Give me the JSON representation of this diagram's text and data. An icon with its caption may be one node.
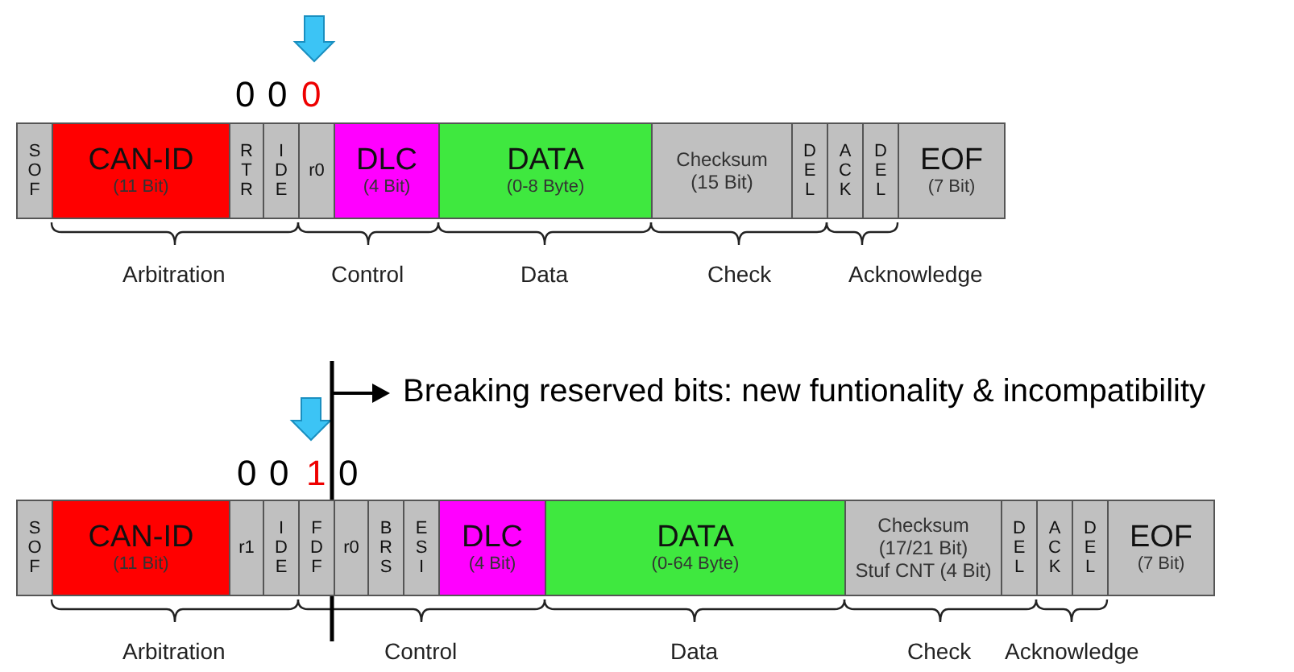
{
  "diagram": {
    "nodes": [
      {
        "text": [
          "SOF"
        ]
      },
      {
        "text": [
          "CAN-ID",
          "(11 Bit)"
        ]
      },
      {
        "text": [
          "RTR"
        ]
      },
      {
        "text": [
          "IDE"
        ]
      },
      {
        "text": [
          "r0"
        ]
      },
      {
        "text": [
          "DLC",
          "(4 Bit)"
        ]
      },
      {
        "text": [
          "DATA",
          "(0-8 Byte)"
        ]
      },
      {
        "text": [
          "Checksum",
          "(15 Bit)"
        ]
      },
      {
        "text": [
          "DEL"
        ]
      },
      {
        "text": [
          "ACK"
        ]
      },
      {
        "text": [
          "DEL"
        ]
      },
      {
        "text": [
          "EOF",
          "(7 Bit)"
        ]
      },
      {
        "text": [
          "SOF"
        ]
      },
      {
        "text": [
          "CAN-ID",
          "(11 Bit)"
        ]
      },
      {
        "text": [
          "r1"
        ]
      },
      {
        "text": [
          "IDE"
        ]
      },
      {
        "text": [
          "FDF"
        ]
      },
      {
        "text": [
          "r0"
        ]
      },
      {
        "text": [
          "BRS"
        ]
      },
      {
        "text": [
          "ESI"
        ]
      },
      {
        "text": [
          "DLC",
          "(4 Bit)"
        ]
      },
      {
        "text": [
          "DATA",
          "(0-64 Byte)"
        ]
      },
      {
        "text": [
          "Checksum",
          "(17/21 Bit)",
          "Stuf CNT (4 Bit)"
        ]
      },
      {
        "text": [
          "DEL"
        ]
      },
      {
        "text": [
          "ACK"
        ]
      },
      {
        "text": [
          "DEL"
        ]
      },
      {
        "text": [
          "EOF",
          "(7 Bit)"
        ]
      }
    ],
    "labels": [
      "0",
      "0",
      "0",
      "Arbitration",
      "Control",
      "Data",
      "Check",
      "Acknowledge",
      "Breaking reserved bits: new funtionality & incompatibility",
      "0",
      "0",
      "1",
      "0",
      "Arbitration",
      "Control",
      "Data",
      "Check",
      "Acknowledge"
    ]
  }
}
